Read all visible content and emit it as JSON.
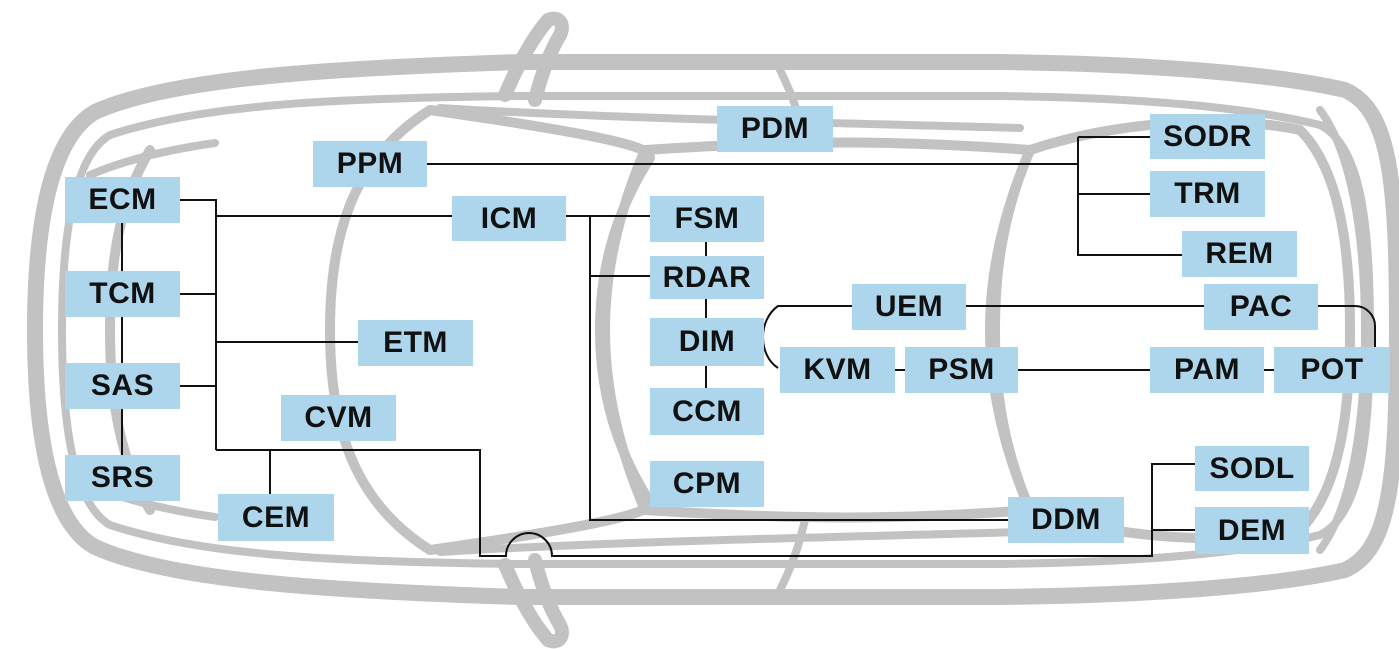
{
  "diagram": {
    "colors": {
      "module_fill": "#add5ec",
      "wire": "#111111",
      "car_outline": "#c2c2c2",
      "background": "#ffffff"
    },
    "modules": {
      "ecm": "ECM",
      "tcm": "TCM",
      "sas": "SAS",
      "srs": "SRS",
      "ppm": "PPM",
      "pdm": "PDM",
      "icm": "ICM",
      "etm": "ETM",
      "cvm": "CVM",
      "cem": "CEM",
      "fsm": "FSM",
      "rdar": "RDAR",
      "dim": "DIM",
      "ccm": "CCM",
      "cpm": "CPM",
      "uem": "UEM",
      "kvm": "KVM",
      "psm": "PSM",
      "pac": "PAC",
      "pam": "PAM",
      "pot": "POT",
      "sodr": "SODR",
      "trm": "TRM",
      "rem": "REM",
      "sodl": "SODL",
      "dem": "DEM",
      "ddm": "DDM"
    }
  }
}
